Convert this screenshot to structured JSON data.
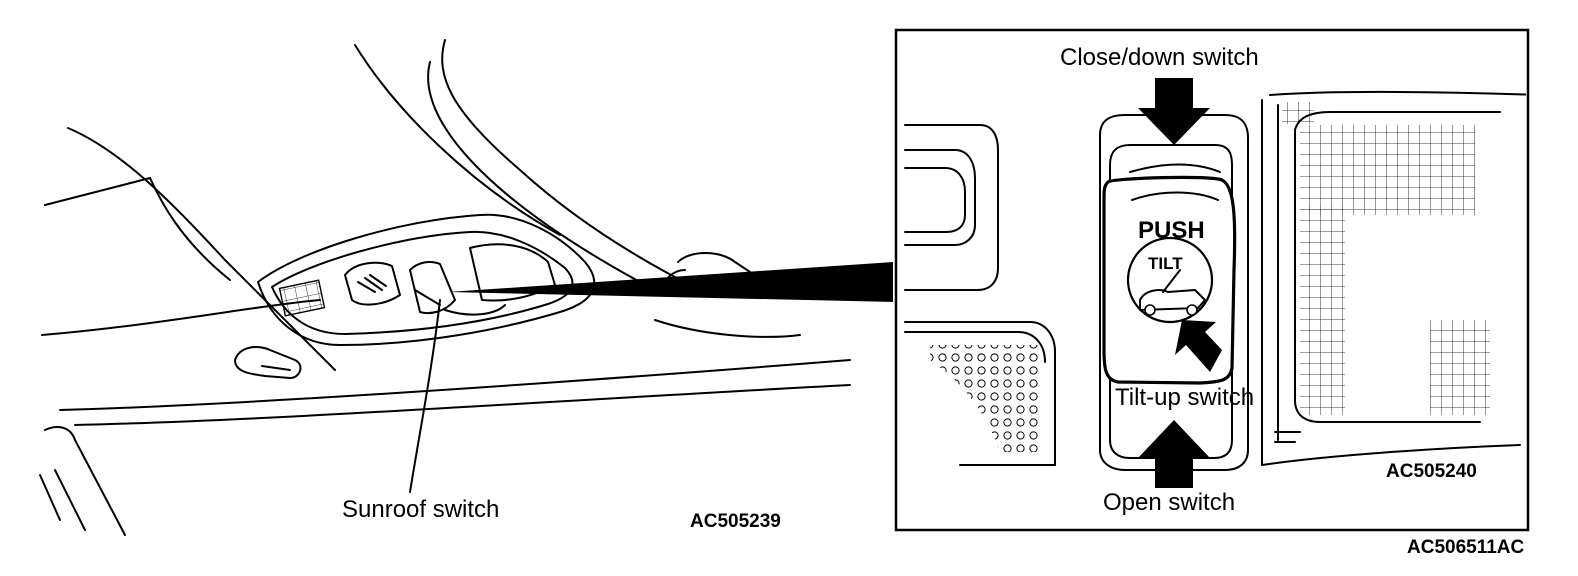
{
  "labels": {
    "sunroof_switch": "Sunroof switch",
    "close_down_switch": "Close/down switch",
    "tilt_up_switch": "Tilt-up switch",
    "open_switch": "Open switch",
    "push": "PUSH",
    "tilt": "TILT"
  },
  "codes": {
    "left_figure": "AC505239",
    "right_figure": "AC505240",
    "composite": "AC506511AC"
  },
  "colors": {
    "line": "#000000",
    "background": "#ffffff"
  }
}
